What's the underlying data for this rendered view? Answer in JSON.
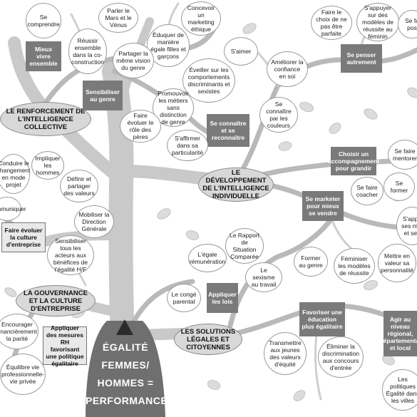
{
  "colors": {
    "trunk": "#c9c9c9",
    "branch": "#b9b9b9",
    "box": "#7a7a7a",
    "bubble_border": "#9a9a9a",
    "pillar_fill": "#d8d8d8",
    "ground": "#6f6f6f"
  },
  "title": {
    "line1": "ÉGALITÉ",
    "line2": "FEMMES/",
    "line3": "HOMMES =",
    "line4": "PERFORMANCE"
  },
  "pillars": {
    "intelligence_collective": "LE RENFORCEMENT DE L'INTELLIGENCE COLLECTIVE",
    "intelligence_individuelle": "LE DÉVELOPPEMENT DE L'INTELLIGENCE INDIVIDUELLE",
    "gouvernance": "LA GOUVERNANCE ET LA CULTURE D'ENTREPRISE",
    "solutions": "LES SOLUTIONS LÉGALES ET CITOYENNES"
  },
  "boxes": {
    "mieux_vivre": "Mieux vivre ensemble",
    "sensibiliser": "Sensibiliser au genre",
    "se_connaitre": "Se connaître et se reconnaître",
    "se_penser": "Se penser autrement",
    "accompagnement": "Choisir un accompagnement pour grandir",
    "se_marketer": "Se marketer pour mieux se vendre",
    "faire_evoluer": "Faire évoluer la culture d'entreprise",
    "appliquer_mesures": "Appliquer des mesures RH favorisant une politique égalitaire",
    "appliquer_lois": "Appliquer les lois",
    "favoriser_education": "Favoriser une éducation plus égalitaire",
    "agir": "Agir au niveau régional, départemental et local"
  },
  "bubbles": {
    "se_comprendre": "Se comprendre",
    "parler_mars": "Parler le Mars et le Vénus",
    "concevoir_marketing": "Concevoir un marketing éthique",
    "reussir_ensemble": "Réussir ensemble dans la co-construction",
    "eduquer": "Éduquer de manière égale filles et garçons",
    "partager_vision": "Partager la même vision du genre",
    "eveiller": "Éveiller sur les comportements discriminants et sexistes",
    "promouvoir_metiers": "Promouvoir les métiers sans distinction de genre",
    "faire_evoluer_peres": "Faire évoluer le rôle des pères",
    "saffirmer": "S'affirmer dans sa particularité",
    "saimer": "S'aimer",
    "ameliorer_confiance": "Améliorer la confiance en soi",
    "se_connaitre_couleurs": "Se connaître par les couleurs",
    "faire_choix": "Faire le choix de ne pas être parfaite",
    "sappuyer_modeles": "S'appuyer sur des modèles de réussite au féminin",
    "se_faire_pos": "Se fa pos",
    "se_faire_mentorer": "Se faire mentorer",
    "se_faire_coacher": "Se faire coacher",
    "se_former": "Se former",
    "sappuyer_mots": "S'appu ses mot et ses",
    "mettre_valeur": "Mettre en valeur sa personnalité",
    "conduire_changement": "Conduire le changement en mode projet",
    "impliquer_hommes": "Impliquer les hommes",
    "definir_valeurs": "Définir et partager des valeurs",
    "communiquer": "Communiquer",
    "mobiliser_direction": "Mobiliser la Direction Générale",
    "sensibiliser_acteurs": "Sensibiliser tous les acteurs aux bénéfices de l'égalité H/F",
    "encourager_parite": "Encourager financièrement la parité",
    "equilibre_vie": "Équilibre vie professionnelle-vie privée",
    "rapport_situation": "Le Rapport de Situation Comparée",
    "egale_remuneration": "L'égale rémunération",
    "sexisme_travail": "Le sexisme au travail",
    "conge_parental": "Le congé parental",
    "former_genre": "Former au genre",
    "feminiser_modeles": "Féminiser les modèles de réussite",
    "transmettre_valeurs": "Transmettre aux jeunes des valeurs d'équité",
    "eliminer_discrimination": "Éliminer la discrimination aux concours d'entrée",
    "politiques_egalite": "Les politiques Égalité dans les villes"
  }
}
